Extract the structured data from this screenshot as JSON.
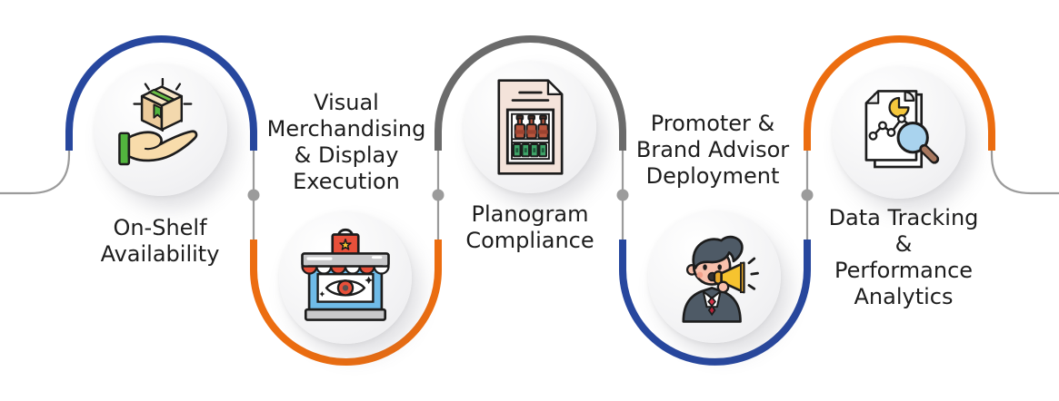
{
  "figure": {
    "type": "process-flow-infographic",
    "steps": [
      {
        "label": "On-Shelf\nAvailability",
        "icon": "hand-holding-box-icon",
        "arc_color": "#27479e",
        "arc_side": "top"
      },
      {
        "label": "Visual\nMerchandising\n& Display\nExecution",
        "icon": "storefront-display-icon",
        "arc_color": "#ec6d10",
        "arc_side": "bottom"
      },
      {
        "label": "Planogram\nCompliance",
        "icon": "planogram-document-icon",
        "arc_color": "#6b6b6b",
        "arc_side": "top"
      },
      {
        "label": "Promoter &\nBrand Advisor\nDeployment",
        "icon": "promoter-megaphone-icon",
        "arc_color": "#27479e",
        "arc_side": "bottom"
      },
      {
        "label": "Data Tracking &\nPerformance\nAnalytics",
        "icon": "analytics-magnifier-icon",
        "arc_color": "#ec6d10",
        "arc_side": "top"
      }
    ],
    "colors": {
      "blue": "#27479e",
      "orange": "#ec6d10",
      "gray": "#6b6b6b",
      "connector": "#9b9b9b",
      "text": "#1d1d1d",
      "background": "#ffffff"
    }
  }
}
